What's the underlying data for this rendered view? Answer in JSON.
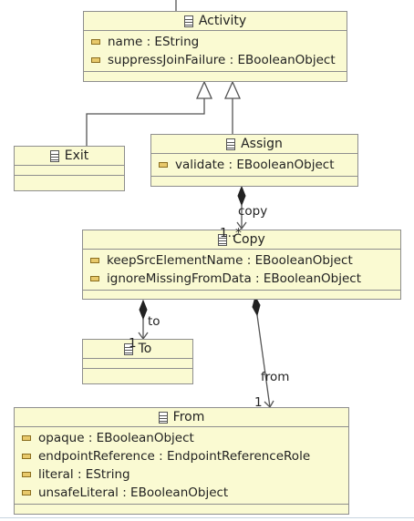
{
  "classes": {
    "activity": {
      "name": "Activity",
      "attributes": [
        "name : EString",
        "suppressJoinFailure : EBooleanObject"
      ]
    },
    "exit": {
      "name": "Exit"
    },
    "assign": {
      "name": "Assign",
      "attributes": [
        "validate : EBooleanObject"
      ]
    },
    "copy": {
      "name": "Copy",
      "attributes": [
        "keepSrcElementName : EBooleanObject",
        "ignoreMissingFromData : EBooleanObject"
      ]
    },
    "to": {
      "name": "To"
    },
    "from": {
      "name": "From",
      "attributes": [
        "opaque : EBooleanObject",
        "endpointReference : EndpointReferenceRole",
        "literal : EString",
        "unsafeLiteral : EBooleanObject"
      ]
    }
  },
  "references": {
    "copy": {
      "name": "copy",
      "multiplicity": "1..*"
    },
    "to": {
      "name": "to",
      "multiplicity": "1"
    },
    "from": {
      "name": "from",
      "multiplicity": "1"
    }
  },
  "colors": {
    "class_fill": "#fafad2",
    "class_border": "#8e8e8e",
    "edge": "#555555"
  }
}
